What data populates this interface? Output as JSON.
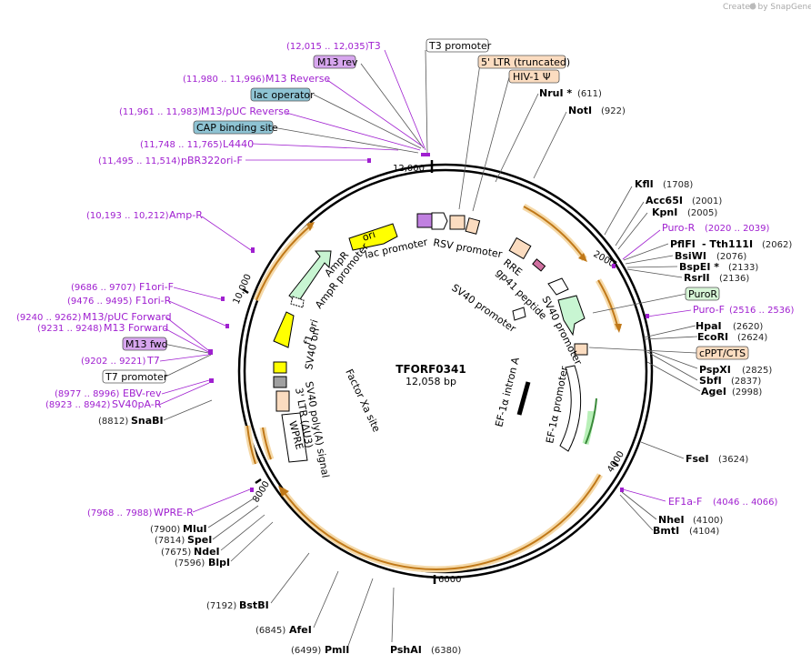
{
  "watermark": "Created by SnapGene",
  "plasmid": {
    "name": "TFORF0341",
    "size_label": "12,058 bp"
  },
  "ticks": [
    "12,000",
    "2000",
    "4000",
    "6000",
    "8000",
    "10,000"
  ],
  "enzymes": [
    {
      "name": "NruI *",
      "pos": "(611)"
    },
    {
      "name": "NotI",
      "pos": "(922)"
    },
    {
      "name": "KflI",
      "pos": "(1708)"
    },
    {
      "name": "Acc65I",
      "pos": "(2001)"
    },
    {
      "name": "KpnI",
      "pos": "(2005)"
    },
    {
      "name": "PflFI",
      "pos": ""
    },
    {
      "name": "- Tth111I",
      "pos": "(2062)"
    },
    {
      "name": "BsiWI",
      "pos": "(2076)"
    },
    {
      "name": "BspEI *",
      "pos": "(2133)"
    },
    {
      "name": "RsrII",
      "pos": "(2136)"
    },
    {
      "name": "HpaI",
      "pos": "(2620)"
    },
    {
      "name": "EcoRI",
      "pos": "(2624)"
    },
    {
      "name": "PspXI",
      "pos": "(2825)"
    },
    {
      "name": "SbfI",
      "pos": "(2837)"
    },
    {
      "name": "AgeI",
      "pos": "(2998)"
    },
    {
      "name": "FseI",
      "pos": "(3624)"
    },
    {
      "name": "NheI",
      "pos": "(4100)"
    },
    {
      "name": "BmtI",
      "pos": "(4104)"
    },
    {
      "name": "PshAI",
      "pos": "(6380)"
    },
    {
      "name": "PmlI",
      "pos": "(6499)"
    },
    {
      "name": "AfeI",
      "pos": "(6845)"
    },
    {
      "name": "BstBI",
      "pos": "(7192)"
    },
    {
      "name": "BlpI",
      "pos": "(7596)"
    },
    {
      "name": "NdeI",
      "pos": "(7675)"
    },
    {
      "name": "SpeI",
      "pos": "(7814)"
    },
    {
      "name": "MluI",
      "pos": "(7900)"
    },
    {
      "name": "SnaBI",
      "pos": "(8812)"
    }
  ],
  "primers": [
    {
      "name": "T3",
      "coords": "(12,015 .. 12,035)"
    },
    {
      "name": "M13 Reverse",
      "coords": "(11,980 .. 11,996)"
    },
    {
      "name": "M13/pUC Reverse",
      "coords": "(11,961 .. 11,983)"
    },
    {
      "name": "L4440",
      "coords": "(11,748 .. 11,765)"
    },
    {
      "name": "pBR322ori-F",
      "coords": "(11,495 .. 11,514)"
    },
    {
      "name": "Amp-R",
      "coords": "(10,193 .. 10,212)"
    },
    {
      "name": "F1ori-F",
      "coords": "(9686 .. 9707)"
    },
    {
      "name": "F1ori-R",
      "coords": "(9476 .. 9495)"
    },
    {
      "name": "M13/pUC Forward",
      "coords": "(9240 .. 9262)"
    },
    {
      "name": "M13 Forward",
      "coords": "(9231 .. 9248)"
    },
    {
      "name": "T7",
      "coords": "(9202 .. 9221)"
    },
    {
      "name": "EBV-rev",
      "coords": "(8977 .. 8996)"
    },
    {
      "name": "SV40pA-R",
      "coords": "(8923 .. 8942)"
    },
    {
      "name": "WPRE-R",
      "coords": "(7968 .. 7988)"
    },
    {
      "name": "Puro-R",
      "coords": "(2020 .. 2039)"
    },
    {
      "name": "Puro-F",
      "coords": "(2516 .. 2536)"
    },
    {
      "name": "EF1a-F",
      "coords": "(4046 .. 4066)"
    }
  ],
  "boxed_labels": [
    {
      "text": "M13 rev",
      "fill": "#d7a6ee"
    },
    {
      "text": "lac operator",
      "fill": "#8ec3d3"
    },
    {
      "text": "CAP binding site",
      "fill": "#8ec3d3"
    },
    {
      "text": "M13 fwd",
      "fill": "#d7a6ee"
    },
    {
      "text": "T7 promoter",
      "fill": "#ffffff"
    },
    {
      "text": "T3 promoter",
      "fill": "#ffffff"
    },
    {
      "text": "5' LTR (truncated)",
      "fill": "#fbdcc0"
    },
    {
      "text": "HIV-1 Ψ",
      "fill": "#fbdcc0"
    },
    {
      "text": "PuroR",
      "fill": "#d6f5d6"
    },
    {
      "text": "cPPT/CTS",
      "fill": "#fbdcc0"
    }
  ],
  "inner_features": [
    "ori",
    "lac promoter",
    "RSV promoter",
    "RRE",
    "gp41 peptide",
    "AmpR",
    "AmpR promoter",
    "f1 ori",
    "SV40 ori",
    "SV40 promoter",
    "SV40 promoter",
    "SV40 poly(A) signal",
    "3' LTR (ΔU3)",
    "WPRE",
    "Factor Xa site",
    "EF-1α intron A",
    "EF-1α promoter"
  ],
  "colors": {
    "primer": "#a020d0",
    "orf_orange": "#f0a030",
    "ori_yellow": "#ffff00",
    "ampr_green": "#c8f5d2",
    "ltr_peach": "#fbdcc0",
    "site_blue": "#8ec3d3"
  }
}
